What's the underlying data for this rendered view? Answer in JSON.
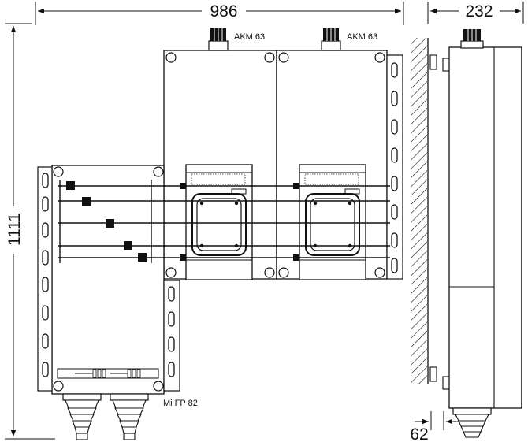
{
  "dimensions": {
    "total_width": "986",
    "depth": "232",
    "total_height": "1111",
    "wall_offset": "62"
  },
  "labels": {
    "gland_left": "AKM 63",
    "gland_right": "AKM 63",
    "base_box": "Mi FP 82"
  }
}
